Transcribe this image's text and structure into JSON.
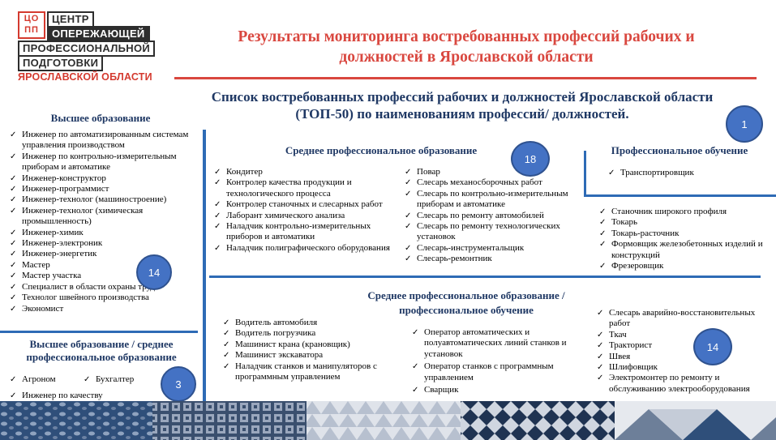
{
  "logo": {
    "mark_top": "ЦО",
    "mark_bottom": "ПП",
    "line1": "ЦЕНТР",
    "line2": "ОПЕРЕЖАЮЩЕЙ",
    "line3": "ПРОФЕССИОНАЛЬНОЙ",
    "line4": "ПОДГОТОВКИ",
    "region": "ЯРОСЛАВСКОЙ ОБЛАСТИ"
  },
  "title": "Результаты мониторинга востребованных профессий рабочих и должностей в Ярославской области",
  "subtitle": "Список востребованных профессий рабочих и должностей Ярославской области (ТОП-50) по наименованиям профессий/ должностей.",
  "colors": {
    "title_red": "#d9473f",
    "heading_navy": "#1f3864",
    "divider_blue": "#2e6bb5",
    "badge_blue": "#4472c4"
  },
  "higher": {
    "heading": "Высшее образование",
    "badge": "14",
    "items": [
      "Инженер по автоматизированным системам управления производством",
      "Инженер по контрольно-измерительным приборам и автоматике",
      "Инженер-конструктор",
      "Инженер-программист",
      "Инженер-технолог (машиностроение)",
      "Инженер-технолог (химическая промышленность)",
      "Инженер-химик",
      "Инженер-электроник",
      "Инженер-энергетик",
      "Мастер",
      "Мастер участка",
      "Специалист в области охраны труда",
      "Технолог швейного производства",
      "Экономист"
    ]
  },
  "higher_secondary": {
    "heading": "Высшее образование / среднее профессиональное образование",
    "badge": "3",
    "items_row1": [
      "Агроном",
      "Бухгалтер"
    ],
    "items_row2": [
      "Инженер по качеству"
    ]
  },
  "spo": {
    "heading": "Среднее профессиональное образование",
    "badge": "18",
    "col1": [
      "Кондитер",
      "Контролер качества продукции и технологического процесса",
      "Контролер станочных и слесарных работ",
      "Лаборант химического анализа",
      "Наладчик контрольно-измерительных приборов и автоматики",
      "Наладчик полиграфического оборудования"
    ],
    "col2": [
      "Повар",
      "Слесарь механосборочных работ",
      "Слесарь по контрольно-измерительным приборам и автоматике",
      "Слесарь по ремонту автомобилей",
      "Слесарь по ремонту технологических установок",
      "Слесарь-инструментальщик",
      "Слесарь-ремонтник"
    ]
  },
  "po": {
    "heading": "Профессиональное обучение",
    "badge": "1",
    "items": [
      "Транспортировщик"
    ]
  },
  "right_list": {
    "items": [
      "Станочник широкого профиля",
      "Токарь",
      "Токарь-расточник",
      "Формовщик железобетонных изделий и конструкций",
      "Фрезеровщик"
    ]
  },
  "spo_po": {
    "heading": "Среднее профессиональное образование / профессиональное обучение",
    "badge": "14",
    "col1": [
      "Водитель автомобиля",
      "Водитель погрузчика",
      "Машинист крана (крановщик)",
      "Машинист экскаватора",
      "Наладчик станков и манипуляторов с программным управлением"
    ],
    "col2": [
      "Оператор автоматических и полуавтоматических линий станков и установок",
      "Оператор станков с программным управлением",
      "Сварщик"
    ],
    "col3": [
      "Слесарь аварийно-восстановительных работ",
      "Ткач",
      "Тракторист",
      "Швея",
      "Шлифовщик",
      "Электромонтер по ремонту и обслуживанию электрооборудования"
    ]
  }
}
